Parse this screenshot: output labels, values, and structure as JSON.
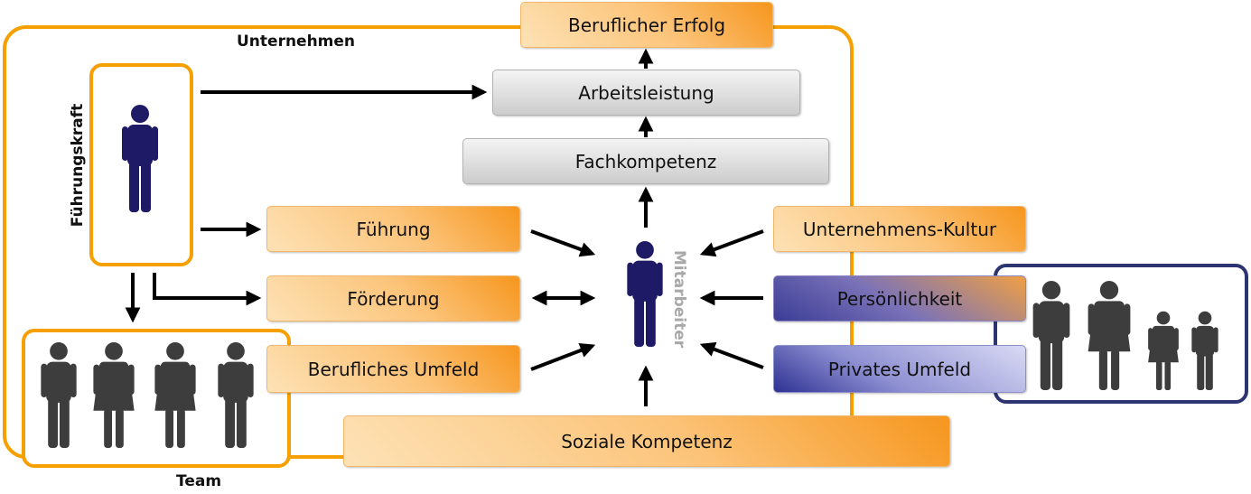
{
  "labels": {
    "company": "Unternehmen",
    "leader": "Führungskraft",
    "employee": "Mitarbeiter",
    "team": "Team"
  },
  "boxes": {
    "success": "Beruflicher Erfolg",
    "performance": "Arbeitsleistung",
    "expertise": "Fachkompetenz",
    "leadership": "Führung",
    "support": "Förderung",
    "work_environment": "Berufliches Umfeld",
    "culture": "Unternehmens-Kultur",
    "personality": "Persönlichkeit",
    "private_environment": "Privates Umfeld",
    "social_skills": "Soziale Kompetenz"
  },
  "colors": {
    "orange": "#f5a000",
    "navy": "#2c3572",
    "employee_figure": "#1f1a66",
    "group_figure": "#3d3d3d"
  },
  "icons": {
    "leader": "person-icon",
    "employee": "person-icon",
    "team": "group-icon",
    "family": "family-icon"
  }
}
